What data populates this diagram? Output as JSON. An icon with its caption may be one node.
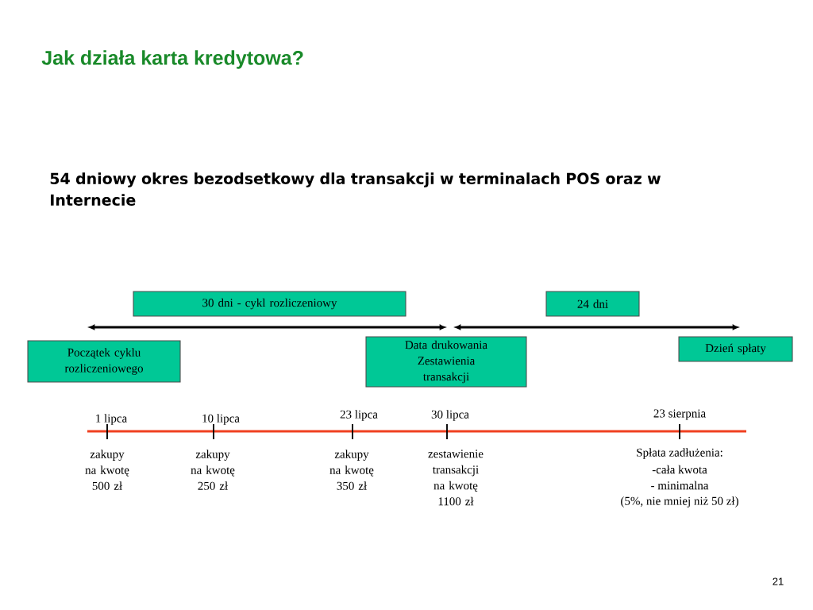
{
  "diagram": {
    "title": "Jak działa karta kredytowa?",
    "nodes": [
      {
        "text": [
          "30 dni - cykl rozliczeniowy"
        ]
      },
      {
        "text": [
          "24 dni"
        ]
      },
      {
        "text": [
          "Początek cyklu rozliczeniowego"
        ]
      },
      {
        "text": [
          "Data drukowania Zestawienia transakcji"
        ]
      },
      {
        "text": [
          "Dzień spłaty"
        ]
      }
    ],
    "labels": [
      "54 dniowy okres bezodsetkowy dla transakcji w terminalach POS oraz w Internecie",
      "1 lipca",
      "10 lipca",
      "23 lipca",
      "30 lipca",
      "23 sierpnia",
      "zakupy na kwotę 500 zł",
      "zakupy na kwotę 250 zł",
      "zakupy na kwotę 350 zł",
      "zestawienie transakcji na kwotę 1100 zł",
      "Spłata zadłużenia:",
      "-cała kwota",
      "- minimalna",
      "(5%, nie mniej niż 50 zł)",
      "21"
    ]
  }
}
